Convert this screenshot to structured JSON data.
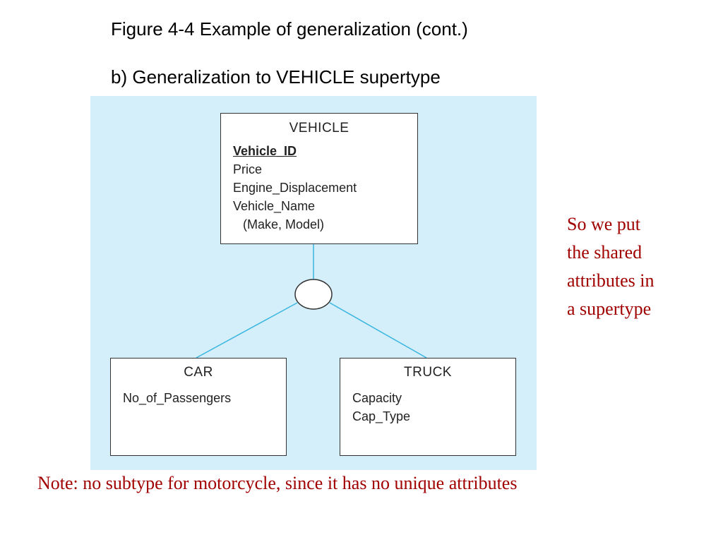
{
  "title": "Figure 4-4 Example of generalization (cont.)",
  "subtitle": "b) Generalization to VEHICLE supertype",
  "diagram": {
    "supertype": {
      "name": "VEHICLE",
      "attributes": [
        "Vehicle_ID",
        "Price",
        "Engine_Displacement",
        "Vehicle_Name",
        "(Make, Model)"
      ]
    },
    "subtypes": [
      {
        "name": "CAR",
        "attributes": [
          "No_of_Passengers"
        ]
      },
      {
        "name": "TRUCK",
        "attributes": [
          "Capacity",
          "Cap_Type"
        ]
      }
    ],
    "line_color": "#39b6e0",
    "panel_color": "#d4eefa"
  },
  "side_note": {
    "lines": [
      "So we put",
      "the shared",
      "attributes in",
      "a supertype"
    ],
    "color": "#a00000"
  },
  "footnote": "Note: no subtype for motorcycle, since it has no unique attributes"
}
